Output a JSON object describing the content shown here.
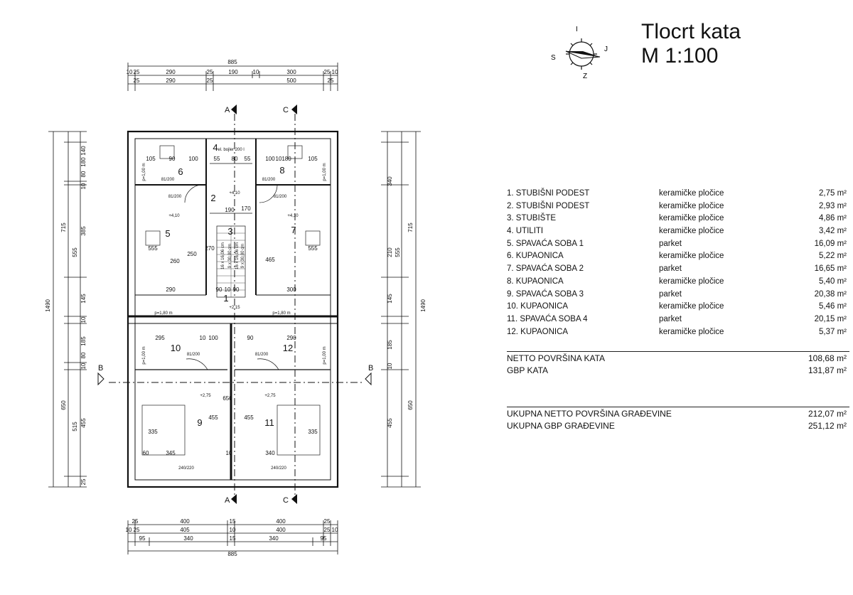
{
  "title": {
    "line1": "Tlocrt kata",
    "line2": "M 1:100"
  },
  "compass": {
    "label_s": "S",
    "label_j": "J",
    "label_z": "Z",
    "label_i": "I"
  },
  "rooms": [
    {
      "name": "1.  STUBIŠNI PODEST",
      "floor": "keramičke pločice",
      "area": "2,75 m²"
    },
    {
      "name": "2.  STUBIŠNI PODEST",
      "floor": "keramičke pločice",
      "area": "2,93 m²"
    },
    {
      "name": "3.  STUBIŠTE",
      "floor": "keramičke pločice",
      "area": "4,86 m²"
    },
    {
      "name": "4.  UTILITI",
      "floor": "keramičke pločice",
      "area": "3,42 m²"
    },
    {
      "name": "5.  SPAVAĆA SOBA 1",
      "floor": "parket",
      "area": "16,09 m²"
    },
    {
      "name": "6.  KUPAONICA",
      "floor": "keramičke pločice",
      "area": "5,22 m²"
    },
    {
      "name": "7.  SPAVAĆA SOBA 2",
      "floor": "parket",
      "area": "16,65 m²"
    },
    {
      "name": "8.  KUPAONICA",
      "floor": "keramičke pločice",
      "area": "5,40 m²"
    },
    {
      "name": "9.  SPAVAĆA SOBA 3",
      "floor": "parket",
      "area": "20,38 m²"
    },
    {
      "name": "10. KUPAONICA",
      "floor": "keramičke pločice",
      "area": "5,46 m²"
    },
    {
      "name": "11. SPAVAĆA SOBA 4",
      "floor": "parket",
      "area": "20,15 m²"
    },
    {
      "name": "12. KUPAONICA",
      "floor": "keramičke pločice",
      "area": "5,37 m²"
    }
  ],
  "summary": {
    "netto_label": "NETTO POVRŠINA KATA",
    "netto_value": "108,68 m²",
    "gbp_label": "GBP KATA",
    "gbp_value": "131,87 m²"
  },
  "totals": {
    "netto_label": "UKUPNA NETTO POVRŠINA GRAĐEVINE",
    "netto_value": "212,07 m²",
    "gbp_label": "UKUPNA GBP GRAĐEVINE",
    "gbp_value": "251,12 m²"
  },
  "plan": {
    "top_total": "885",
    "top_row1": [
      "10",
      "25",
      "290",
      "25",
      "190",
      "10",
      "300",
      "25",
      "10"
    ],
    "top_row2": [
      "25",
      "290",
      "25",
      "500",
      "25"
    ],
    "bottom_row1": [
      "25",
      "400",
      "15",
      "400",
      "25"
    ],
    "bottom_row2": [
      "10",
      "25",
      "405",
      "10",
      "400",
      "25",
      "10"
    ],
    "bottom_row3": [
      "95",
      "340",
      "15",
      "340",
      "95"
    ],
    "bottom_total": "885",
    "left_total": "1490",
    "left_mid": [
      "715",
      "650"
    ],
    "left_inner": [
      "140",
      "180",
      "80",
      "10",
      "385",
      "145",
      "10",
      "185",
      "80",
      "10",
      "455",
      "25"
    ],
    "left_big": [
      "555",
      "515"
    ],
    "right_total": "1490",
    "right_mid": [
      "715",
      "650"
    ],
    "right_inner": [
      "340",
      "210",
      "145",
      "185",
      "10",
      "455"
    ],
    "right_big": [
      "555"
    ],
    "section_a": "A",
    "section_b": "B",
    "section_c": "C",
    "room_numbers": [
      "1",
      "2",
      "3",
      "4",
      "5",
      "6",
      "7",
      "8",
      "9",
      "10",
      "11",
      "12"
    ],
    "levels": [
      "+4,10",
      "+4,10",
      "+4,10",
      "+2,15",
      "+2,75",
      "+2,75"
    ],
    "inner_dims": [
      "105",
      "90",
      "100",
      "55",
      "80",
      "55",
      "100",
      "10",
      "180",
      "105",
      "260",
      "190",
      "170",
      "270",
      "250",
      "290",
      "90",
      "10",
      "90",
      "300",
      "555",
      "465",
      "555",
      "295",
      "10",
      "100",
      "90",
      "290",
      "650",
      "455",
      "455",
      "335",
      "345",
      "340",
      "60",
      "10",
      "335"
    ],
    "door_labels": [
      "81/200",
      "81/200",
      "81/200",
      "81/200",
      "81/200",
      "81/200"
    ],
    "pod_labels": [
      "p=1,80 m",
      "p=1,80 m"
    ],
    "window_labels": [
      "240/220",
      "240/220"
    ],
    "stair_labels": [
      "16 x 16,06 cm",
      "9 x 30,00 cm",
      "16 x 16,06 cm",
      "9 x 30,00 cm"
    ],
    "small_labels": [
      "el. bojler 200 l"
    ],
    "sill_labels": [
      "p=1,00 m",
      "p=1,00 m",
      "p=1,00 m",
      "p=1,00 m"
    ]
  }
}
